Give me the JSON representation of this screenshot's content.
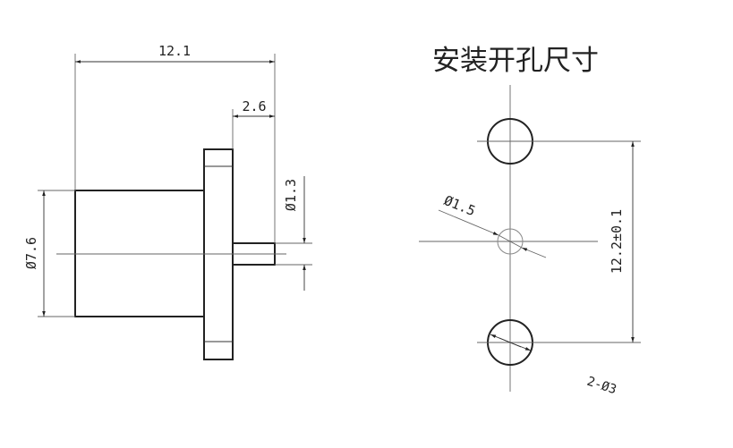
{
  "side_view": {
    "overall_length": "12.1",
    "flange_to_pin_end": "2.6",
    "body_diameter": "Ø7.6",
    "pin_diameter": "Ø1.3"
  },
  "mounting_view": {
    "title": "安装开孔尺寸",
    "center_hole_diameter": "Ø1.5",
    "hole_spacing": "12.2±0.1",
    "mount_holes": "2-Ø3"
  }
}
